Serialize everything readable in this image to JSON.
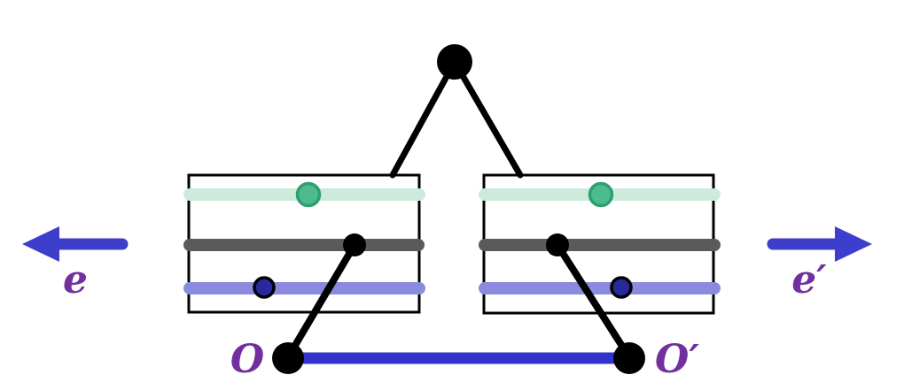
{
  "figure": {
    "labels": {
      "left_axis": "e",
      "right_axis": "e′",
      "left_origin": "O",
      "right_origin": "O′"
    },
    "colors": {
      "black": "#000000",
      "box_border": "#000000",
      "mint_strand": "#cdebdc",
      "green_marker_fill": "#4cbc8e",
      "green_marker_stroke": "#2f9e70",
      "gray_strand": "#5a5a5a",
      "periwinkle_strand": "#8a8ade",
      "navy_marker_fill": "#29299e",
      "base_segment": "#3232cc",
      "arrow": "#3e3ecd",
      "label_text": "#71309e",
      "background": "#ffffff"
    }
  }
}
